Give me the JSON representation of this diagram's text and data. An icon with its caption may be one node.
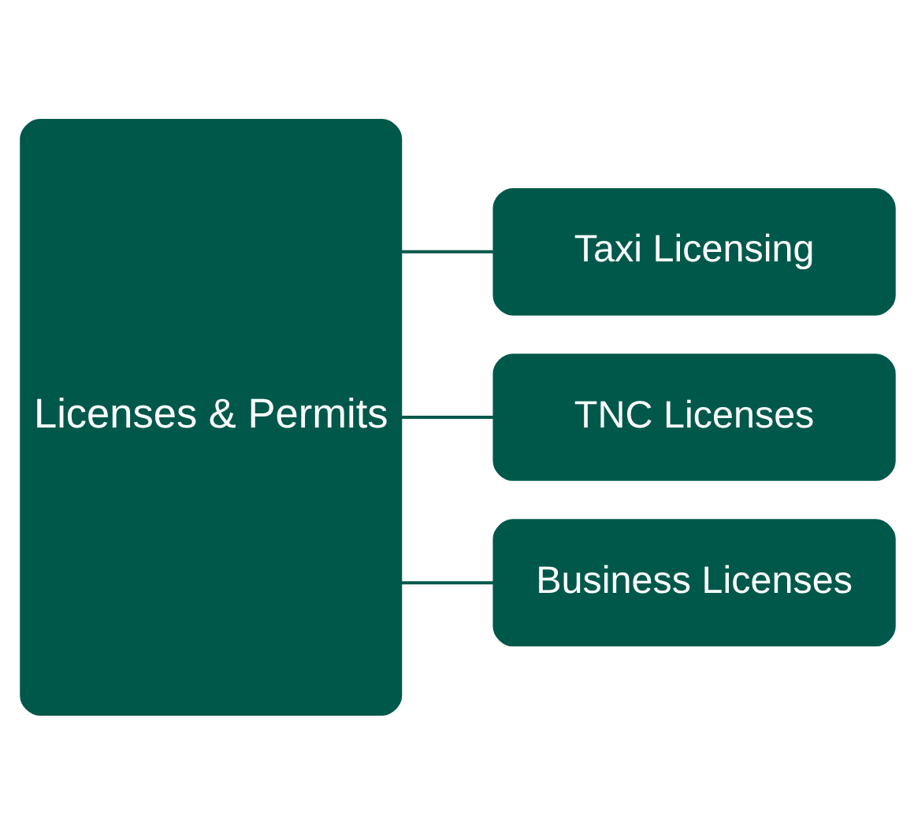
{
  "diagram": {
    "nodes": [
      {
        "text": [
          "Licenses & Permits"
        ]
      },
      {
        "text": [
          "Taxi Licensing"
        ]
      },
      {
        "text": [
          "TNC Licenses"
        ]
      },
      {
        "text": [
          "Business Licenses"
        ]
      }
    ],
    "edges": [
      {
        "from": 0,
        "to": 1,
        "arrow": "none"
      },
      {
        "from": 0,
        "to": 2,
        "arrow": "none"
      },
      {
        "from": 0,
        "to": 3,
        "arrow": "none"
      }
    ]
  }
}
